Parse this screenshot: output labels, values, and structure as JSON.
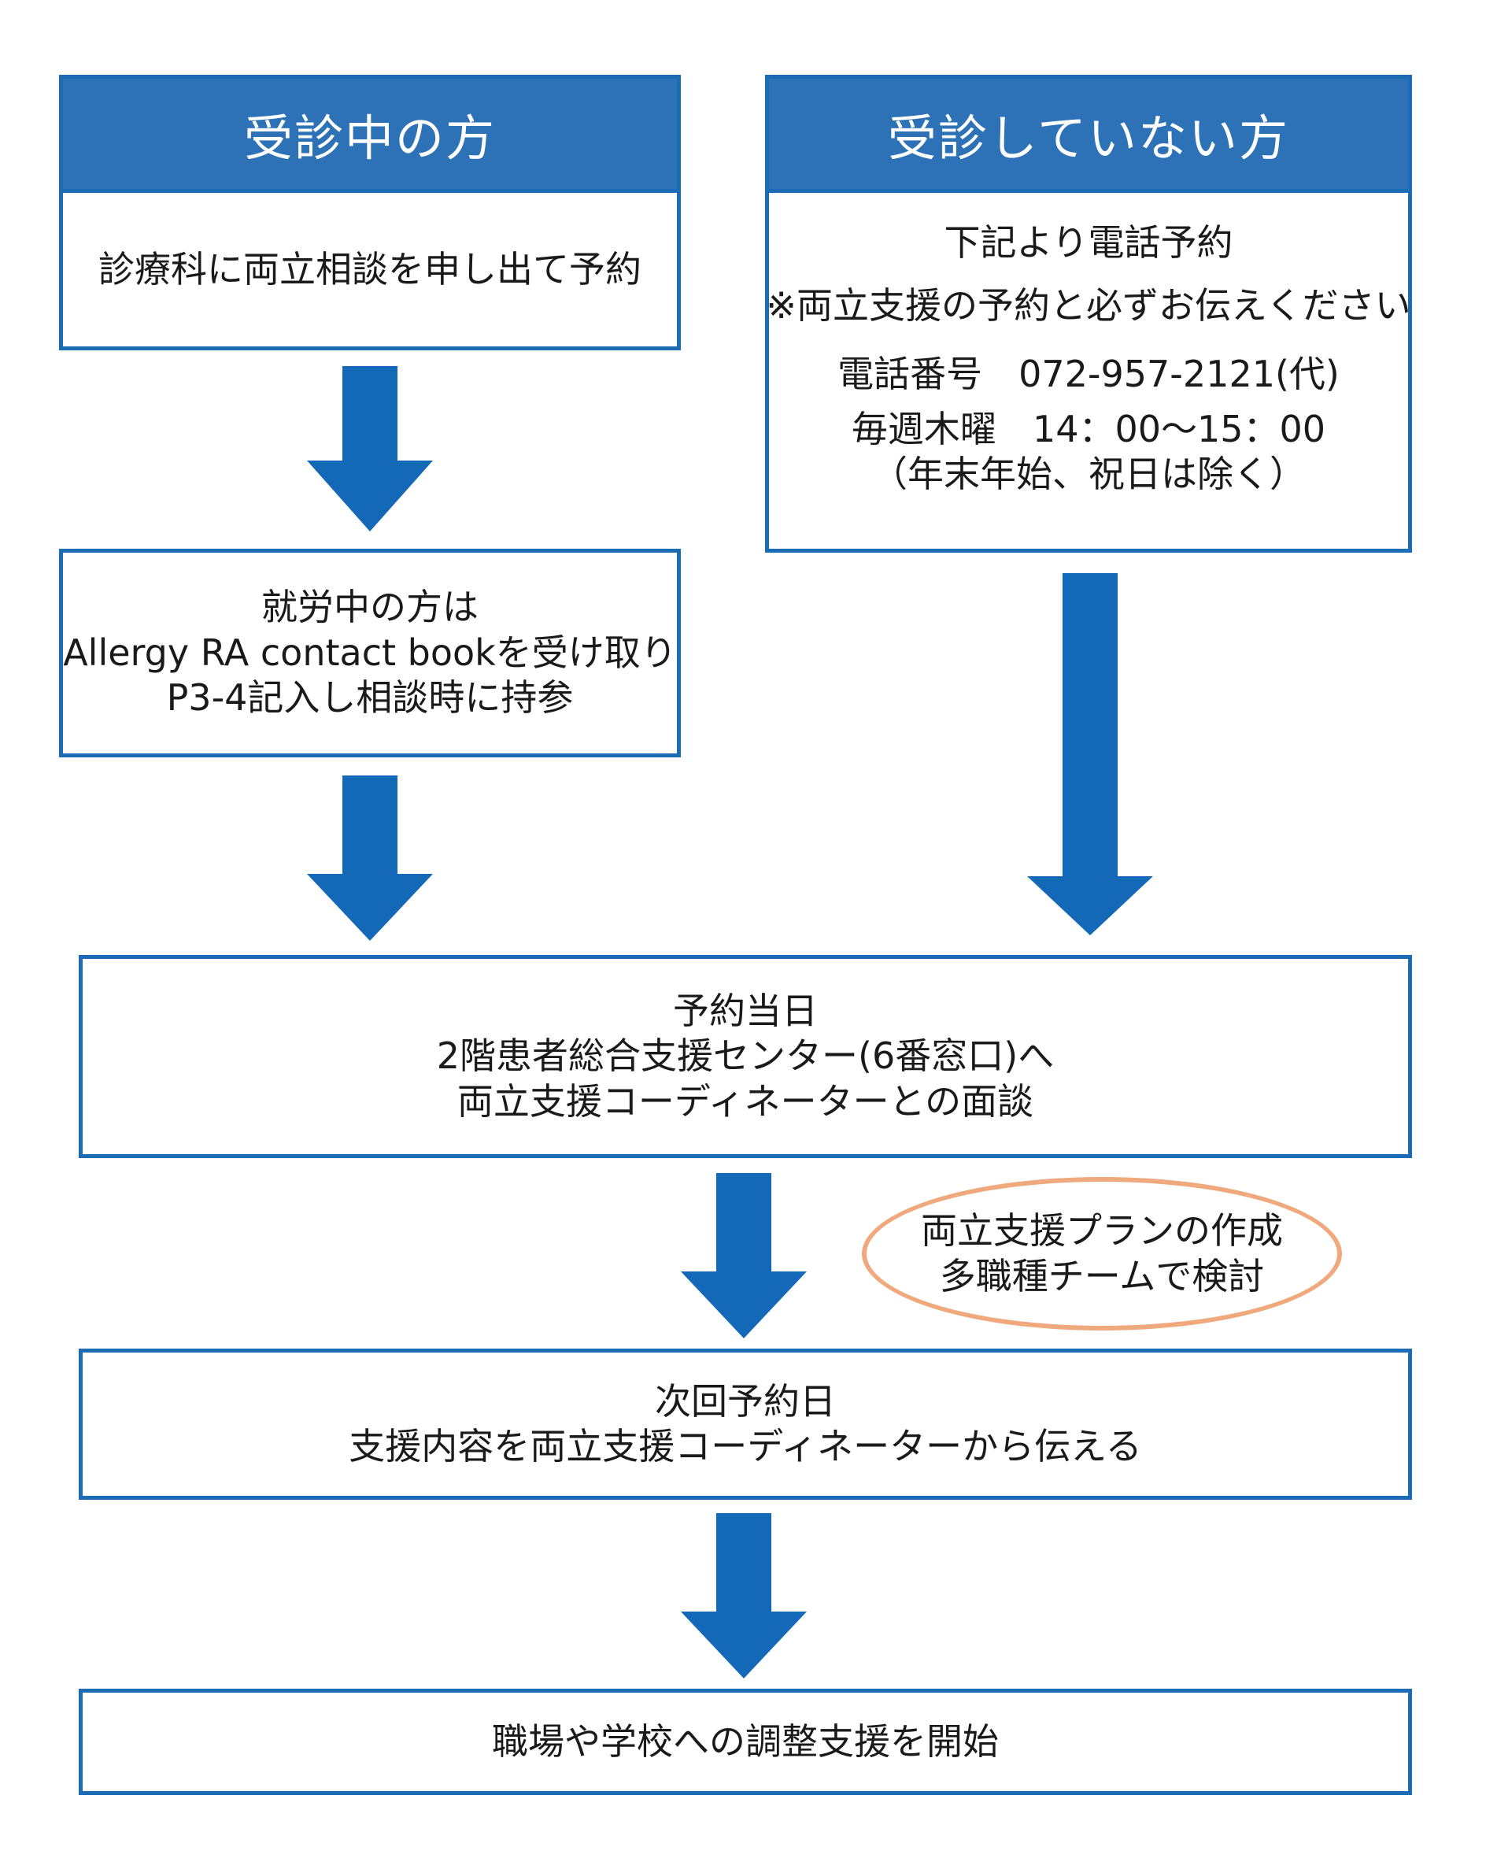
{
  "left_column": {
    "header": "受診中の方",
    "step1": [
      "診療科に両立相談を申し出て予約"
    ],
    "step2": [
      "就労中の方は",
      "Allergy RA contact bookを受け取り",
      "P3-4記入し相談時に持参"
    ]
  },
  "right_column": {
    "header": "受診していない方",
    "info": {
      "line1": "下記より電話予約",
      "line2": "※両立支援の予約と必ずお伝えください",
      "phone": "電話番号　072-957-2121(代)",
      "hours": "毎週木曜　14：00～15：00",
      "note": "（年末年始、祝日は除く）"
    }
  },
  "appointment_day": [
    "予約当日",
    "2階患者総合支援センター(6番窓口)へ",
    "両立支援コーディネーターとの面談"
  ],
  "plan_note": [
    "両立支援プランの作成",
    "多職種チームで検討"
  ],
  "next_appointment": [
    "次回予約日",
    "支援内容を両立支援コーディネーターから伝える"
  ],
  "final_step": [
    "職場や学校への調整支援を開始"
  ],
  "colors": {
    "header_bg": "#2d72b6",
    "border": "#1b6bb5",
    "arrow": "#1369b8",
    "ellipse_border": "#f0a97c"
  }
}
